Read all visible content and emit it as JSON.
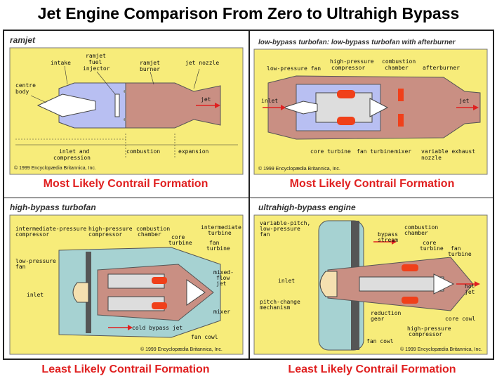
{
  "title": "Jet Engine Comparison From Zero to Ultrahigh Bypass",
  "copyright": "© 1999 Encyclopædia Britannica, Inc.",
  "panels": {
    "ramjet": {
      "title": "ramjet",
      "caption": "Most Likely Contrail Formation",
      "labels": {
        "intake": "intake",
        "injector1": "ramjet",
        "injector2": "fuel",
        "injector3": "injector",
        "burner1": "ramjet",
        "burner2": "burner",
        "nozzle": "jet nozzle",
        "body1": "centre",
        "body2": "body",
        "jet": "jet",
        "region1a": "inlet and",
        "region1b": "compression",
        "region2": "combustion",
        "region3": "expansion"
      }
    },
    "lowbypass": {
      "title": "low-bypass turbofan: low-bypass turbofan with afterburner",
      "caption": "Most Likely Contrail Formation",
      "labels": {
        "lpfan": "low-pressure fan",
        "hpc1": "high-pressure",
        "hpc2": "compressor",
        "cc1": "combustion",
        "cc2": "chamber",
        "afterburner": "afterburner",
        "inlet": "inlet",
        "jet": "jet",
        "coreturbine": "core turbine",
        "fanturbine": "fan turbine",
        "mixer": "mixer",
        "ven1": "variable exhaust",
        "ven2": "nozzle"
      }
    },
    "highbypass": {
      "title": "high-bypass turbofan",
      "caption": "Least Likely Contrail Formation",
      "labels": {
        "ipc1": "intermediate-pressure",
        "ipc2": "compressor",
        "hpc1": "high-pressure",
        "hpc2": "compressor",
        "cc1": "combustion",
        "cc2": "chamber",
        "ct1": "core",
        "ct2": "turbine",
        "it1": "intermediate",
        "it2": "turbine",
        "ft1": "fan",
        "ft2": "turbine",
        "lpfan1": "low-pressure",
        "lpfan2": "fan",
        "mfj1": "mixed-",
        "mfj2": "flow",
        "mfj3": "jet",
        "inlet": "inlet",
        "mixer": "mixer",
        "coldjet": "cold bypass jet",
        "fancowl": "fan cowl"
      }
    },
    "ultrahigh": {
      "title": "ultrahigh-bypass engine",
      "caption": "Least Likely Contrail Formation",
      "labels": {
        "vp1": "variable-pitch,",
        "vp2": "low-pressure",
        "vp3": "fan",
        "bs1": "bypass",
        "bs2": "stream",
        "cc1": "combustion",
        "cc2": "chamber",
        "ct1": "core",
        "ct2": "turbine",
        "ft1": "fan",
        "ft2": "turbine",
        "inlet": "inlet",
        "hj1": "hot",
        "hj2": "jet",
        "pc1": "pitch-change",
        "pc2": "mechanism",
        "rg1": "reduction",
        "rg2": "gear",
        "corecowl": "core cowl",
        "hpc1": "high-pressure",
        "hpc2": "compressor",
        "fancowl": "fan cowl"
      }
    }
  },
  "colors": {
    "panel_bg": "#f7ec7a",
    "engine_body": "#c98f83",
    "intake_blue": "#b8bff2",
    "bypass_teal": "#a6d2d2",
    "flame": "#f0401a",
    "caption_red": "#e02020"
  }
}
